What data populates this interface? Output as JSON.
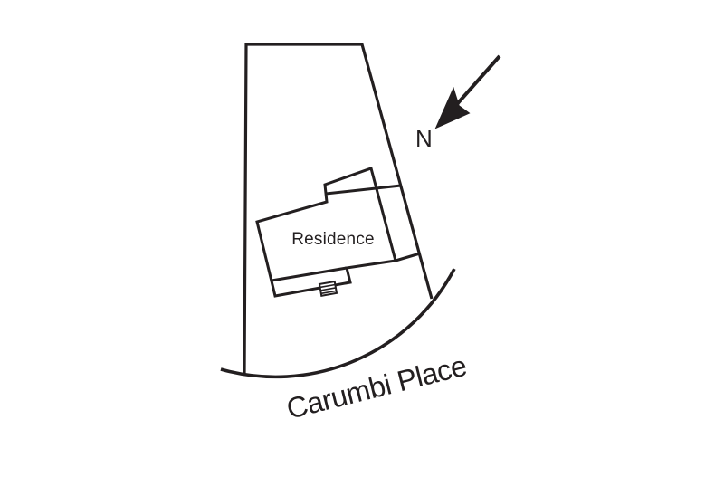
{
  "diagram": {
    "labels": {
      "residence": "Residence",
      "street": "Carumbi Place",
      "north_indicator": "N"
    },
    "colors": {
      "ink": "#231f20",
      "background": "#ffffff"
    }
  }
}
